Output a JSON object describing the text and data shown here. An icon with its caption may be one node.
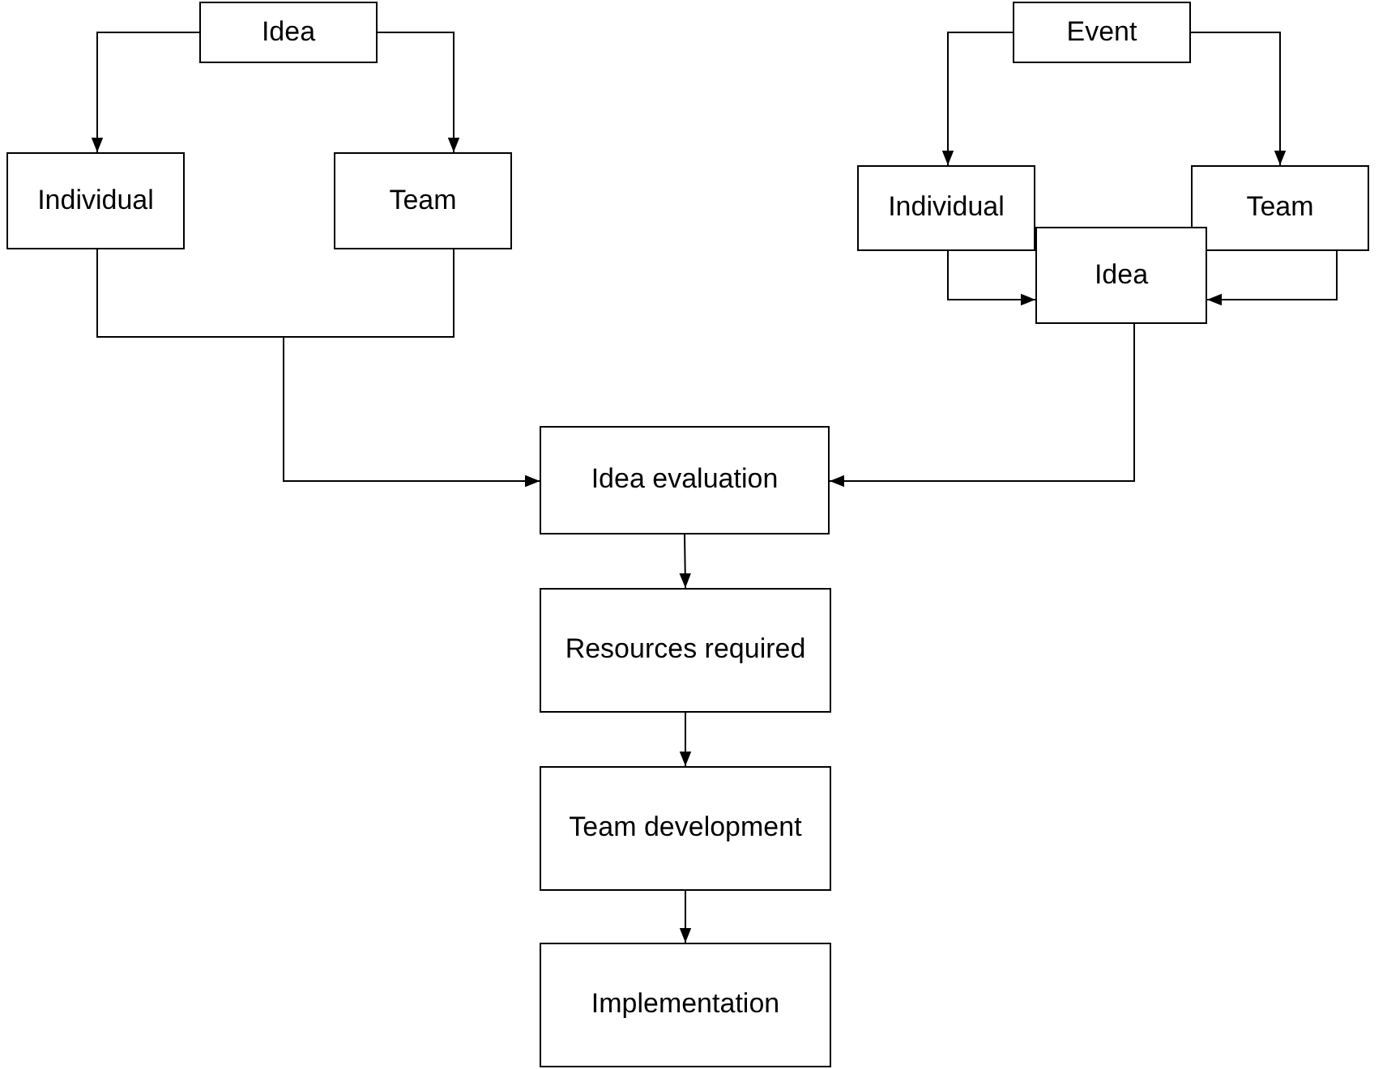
{
  "diagram": {
    "nodes": [
      {
        "text": [
          "Idea"
        ]
      },
      {
        "text": [
          "Individual"
        ]
      },
      {
        "text": [
          "Team"
        ]
      },
      {
        "text": [
          "Event"
        ]
      },
      {
        "text": [
          "Individual"
        ]
      },
      {
        "text": [
          "Team"
        ]
      },
      {
        "text": [
          "Idea"
        ]
      },
      {
        "text": [
          "Idea evaluation"
        ]
      },
      {
        "text": [
          "Resources required"
        ]
      },
      {
        "text": [
          "Team development"
        ]
      },
      {
        "text": [
          "Implementation"
        ]
      }
    ],
    "edges": [
      {
        "from": 0,
        "to": 1,
        "arrow": "to"
      },
      {
        "from": 0,
        "to": 2,
        "arrow": "to"
      },
      {
        "from": 3,
        "to": 4,
        "arrow": "to"
      },
      {
        "from": 3,
        "to": 5,
        "arrow": "to"
      },
      {
        "from": 4,
        "to": 6,
        "arrow": "to"
      },
      {
        "from": 5,
        "to": 6,
        "arrow": "to"
      },
      {
        "from": 1,
        "to": 7,
        "arrow": "to"
      },
      {
        "from": 2,
        "to": 7,
        "arrow": "to"
      },
      {
        "from": 6,
        "to": 7,
        "arrow": "to"
      },
      {
        "from": 7,
        "to": 8,
        "arrow": "to"
      },
      {
        "from": 8,
        "to": 9,
        "arrow": "to"
      },
      {
        "from": 9,
        "to": 10,
        "arrow": "to"
      }
    ]
  }
}
